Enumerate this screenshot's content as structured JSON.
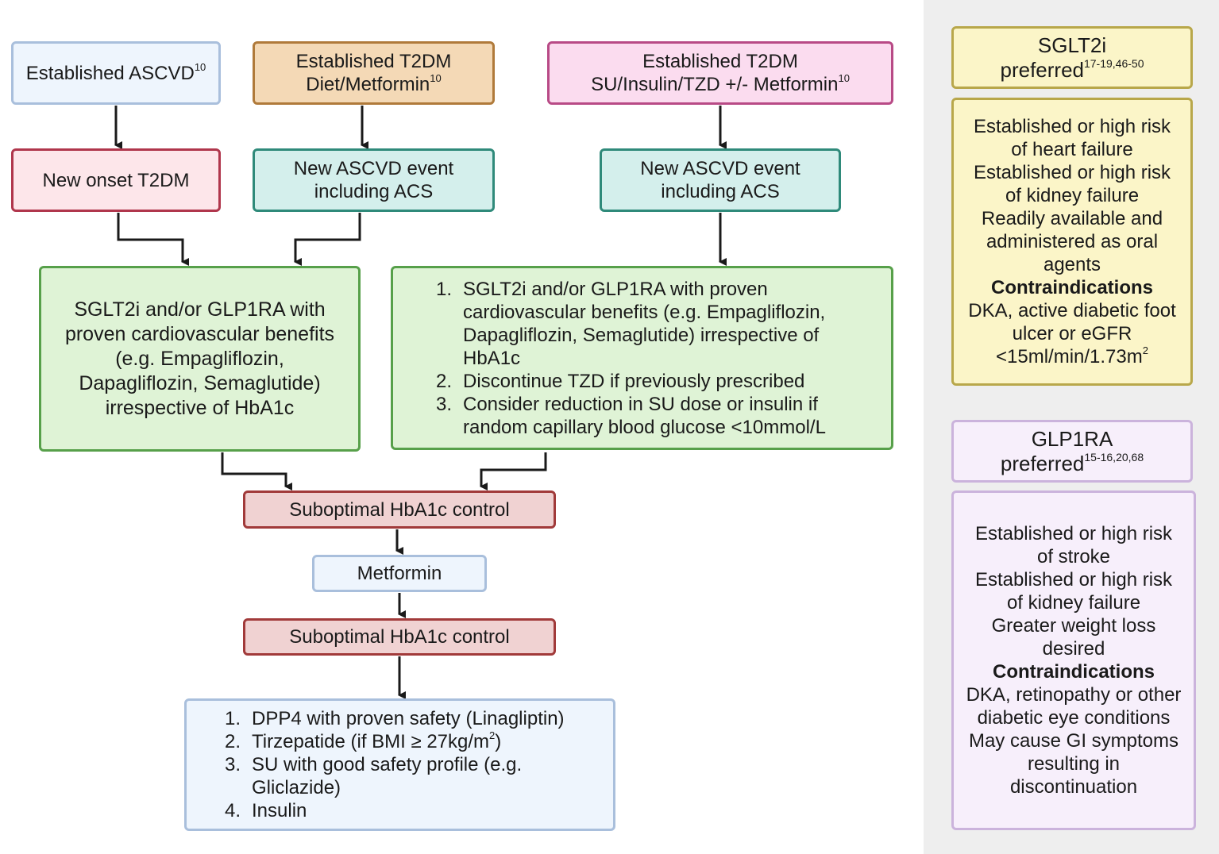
{
  "colors": {
    "blue_fill": "#eef5fd",
    "blue_border": "#a9bfdc",
    "orange_fill": "#f4d9b6",
    "orange_border": "#b07a3a",
    "pink_fill": "#fbdcef",
    "pink_border": "#b84a86",
    "rose_fill": "#fde6ea",
    "rose_border": "#b0364c",
    "teal_fill": "#d4efec",
    "teal_border": "#2f8a7a",
    "green_fill": "#dff3d6",
    "green_border": "#57a04a",
    "red_fill": "#f0d2d2",
    "red_border": "#a13a3a",
    "yellow_fill": "#fbf5c8",
    "yellow_border": "#b8a74a",
    "lilac_fill": "#f7effb",
    "lilac_border": "#cbb3dc"
  },
  "top": {
    "ascvd": {
      "text": "Established ASCVD",
      "ref": "10"
    },
    "diet_metformin": {
      "line1": "Established T2DM",
      "line2": "Diet/Metformin",
      "ref": "10"
    },
    "su_insulin": {
      "line1": "Established T2DM",
      "line2": "SU/Insulin/TZD +/- Metformin",
      "ref": "10"
    }
  },
  "middle": {
    "new_onset": "New onset T2DM",
    "event_left": "New ASCVD event including ACS",
    "event_right": "New ASCVD event including ACS"
  },
  "treatment_left": "SGLT2i and/or GLP1RA with proven cardiovascular benefits (e.g. Empagliflozin, Dapagliflozin, Semaglutide) irrespective of HbA1c",
  "treatment_right": [
    {
      "num": "1.",
      "text": "SGLT2i and/or GLP1RA with proven cardiovascular benefits (e.g. Empagliflozin, Dapagliflozin, Semaglutide) irrespective of HbA1c"
    },
    {
      "num": "2.",
      "text": "Discontinue TZD if previously prescribed"
    },
    {
      "num": "3.",
      "text": "Consider reduction in SU dose or insulin if random capillary blood glucose <10mmol/L"
    }
  ],
  "suboptimal_1": "Suboptimal HbA1c control",
  "metformin": "Metformin",
  "suboptimal_2": "Suboptimal HbA1c control",
  "final_options": [
    {
      "num": "1.",
      "text": "DPP4 with proven safety (Linagliptin)"
    },
    {
      "num": "2.",
      "text_pre": "Tirzepatide (if BMI ≥ 27kg/m",
      "sup": "2",
      "text_post": ")"
    },
    {
      "num": "3.",
      "text": "SU with good safety profile (e.g. Gliclazide)"
    },
    {
      "num": "4.",
      "text": "Insulin"
    }
  ],
  "sglt2i_panel": {
    "title_line1": "SGLT2i",
    "title_line2": "preferred",
    "refs": "17-19,46-50",
    "items": [
      "Established or high risk of heart failure",
      "Established or high risk of kidney failure",
      "Readily available and administered as oral agents"
    ],
    "contra_heading": "Contraindications",
    "contra_text": "DKA, active diabetic foot ulcer or eGFR <15ml/min/1.73m",
    "contra_sup": "2"
  },
  "glp1ra_panel": {
    "title_line1": "GLP1RA",
    "title_line2": "preferred",
    "refs": "15-16,20,68",
    "items": [
      "Established or high risk of stroke",
      "Established or high risk of kidney failure",
      "Greater weight loss desired"
    ],
    "contra_heading": "Contraindications",
    "contra_items": [
      "DKA, retinopathy or other diabetic eye conditions",
      "May cause GI symptoms resulting in discontinuation"
    ]
  }
}
